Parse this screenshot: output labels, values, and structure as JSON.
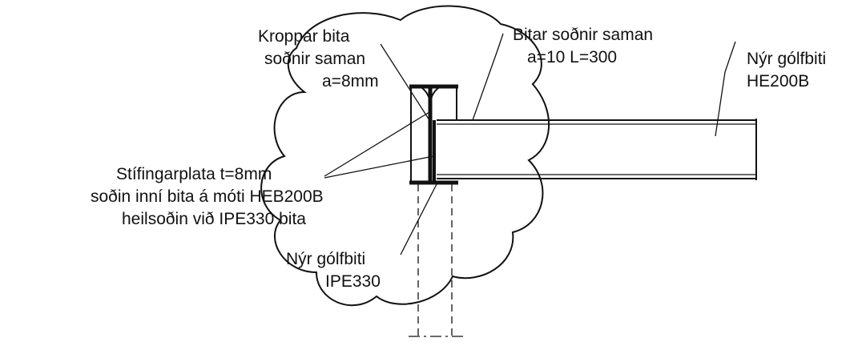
{
  "labels": {
    "kroppar_line1": "Kroppar bita",
    "kroppar_line2": "soðnir saman",
    "kroppar_line3": "a=8mm",
    "bitar_line1": "Bitar soðnir saman",
    "bitar_line2": "a=10 L=300",
    "nyr_he_line1": "Nýr gólfbiti",
    "nyr_he_line2": "HE200B",
    "stif_line1": "Stífingarplata t=8mm",
    "stif_line2": "soðin inní bita á móti HEB200B",
    "stif_line3": "heilsoðin við IPE330 bita",
    "nyr_ipe_line1": "Nýr gólfbiti",
    "nyr_ipe_line2": "IPE330"
  }
}
